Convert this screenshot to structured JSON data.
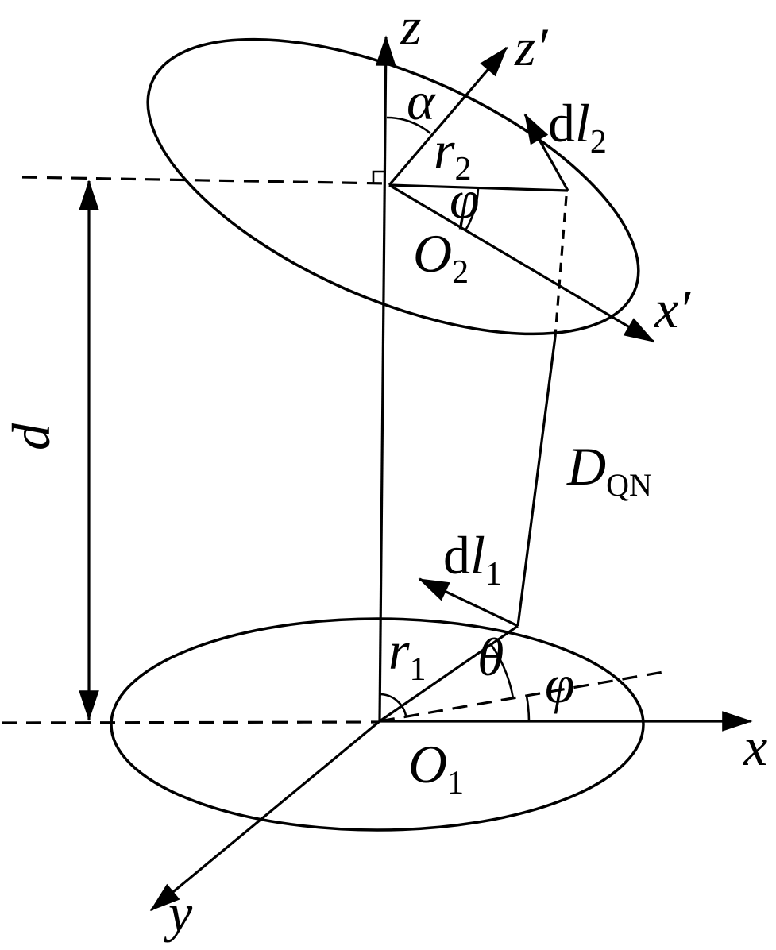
{
  "labels": {
    "z_axis": "z",
    "z_prime_axis": "z′",
    "x_axis": "x",
    "x_prime_axis": "x′",
    "y_axis": "y",
    "alpha": "α",
    "phi_upper": "φ",
    "phi_lower": "φ",
    "theta": "θ",
    "distance_d": "d",
    "r1": {
      "base": "r",
      "sub": "1"
    },
    "r2": {
      "base": "r",
      "sub": "2"
    },
    "origin1": {
      "base": "O",
      "sub": "1"
    },
    "origin2": {
      "base": "O",
      "sub": "2"
    },
    "dl1": {
      "d": "d",
      "l": "l",
      "sub": "1"
    },
    "dl2": {
      "d": "d",
      "l": "l",
      "sub": "2"
    },
    "d_qn": {
      "base": "D",
      "sub": "QN"
    }
  },
  "colors": {
    "stroke": "#000000",
    "background": "#ffffff"
  }
}
